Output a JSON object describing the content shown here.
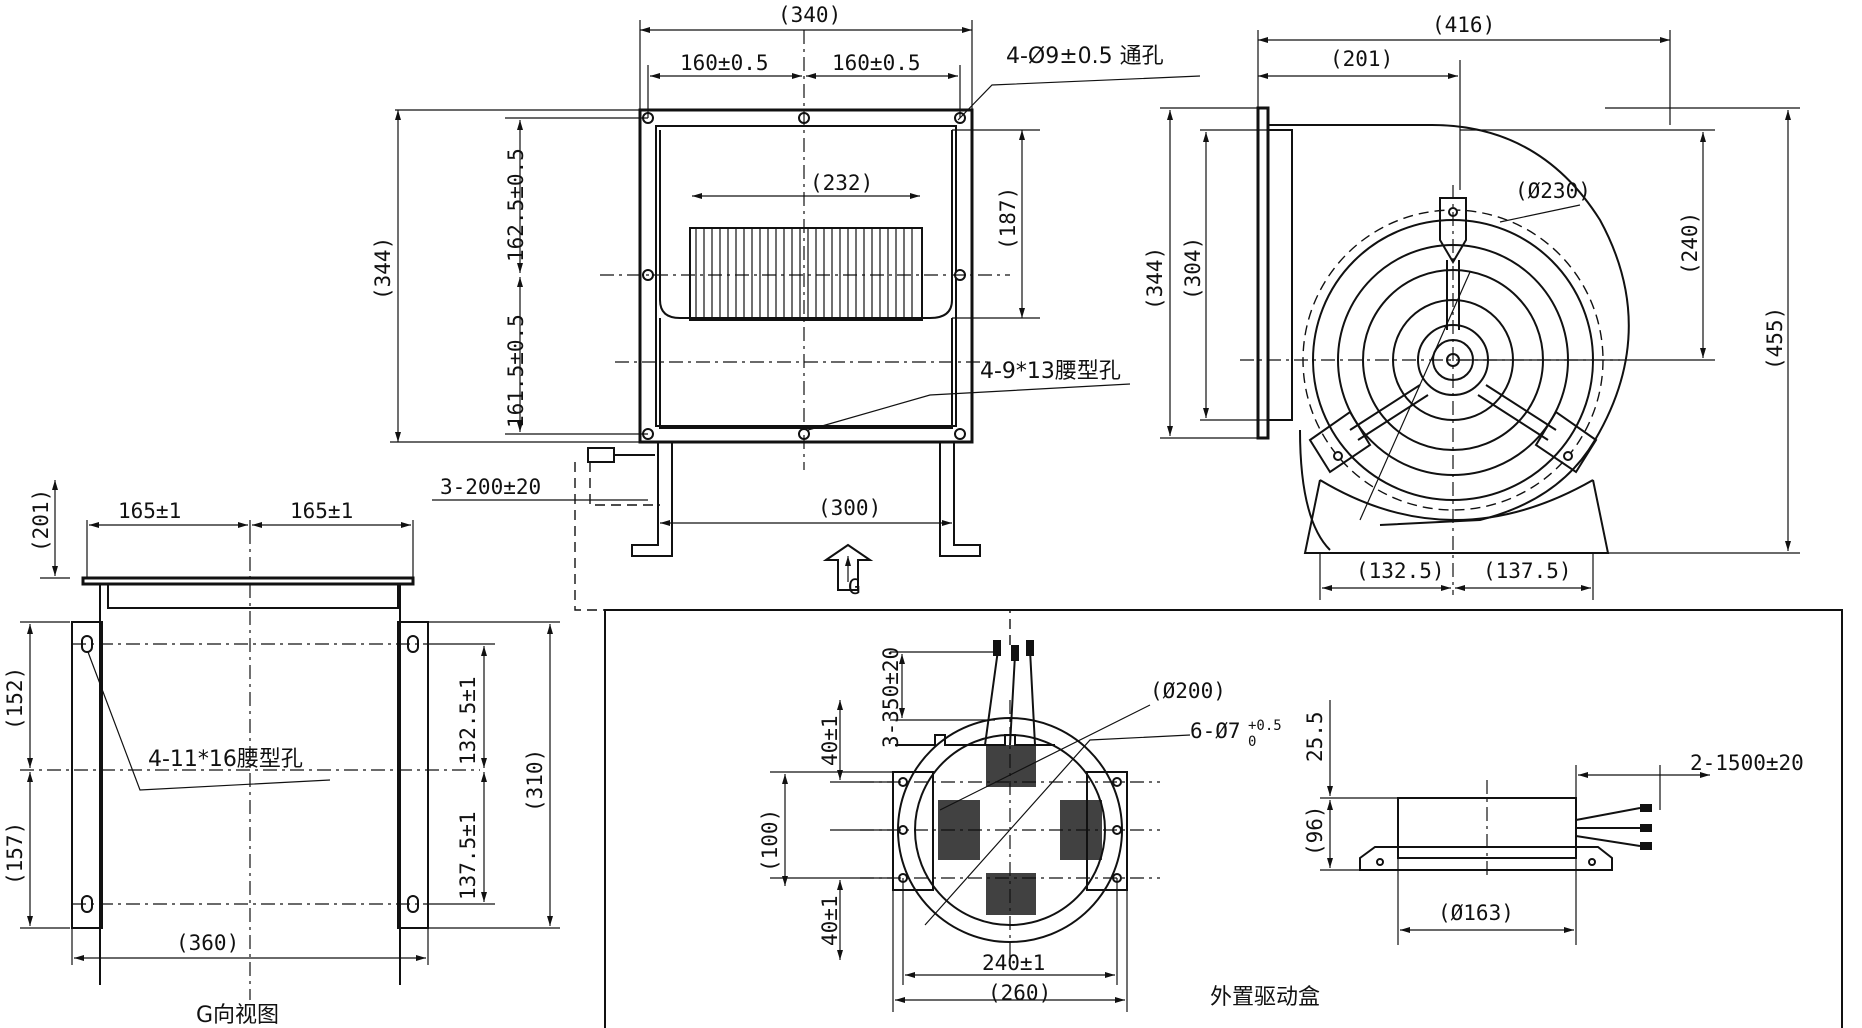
{
  "front_view": {
    "width_overall": "(340)",
    "pitch_left": "160±0.5",
    "pitch_right": "160±0.5",
    "holes_note": "4-Ø9±0.5 通孔",
    "height_overall": "(344)",
    "pitch_upper": "162.5±0.5",
    "pitch_lower": "161.5±0.5",
    "wheel_width": "(232)",
    "outlet_height": "(187)",
    "slots_note": "4-9*13腰型孔",
    "cable_note": "3-200±20",
    "base_width": "(300)",
    "view_arrow": "G"
  },
  "side_view": {
    "width_overall": "(416)",
    "width_partial": "(201)",
    "height_flange": "(344)",
    "height_inner": "(304)",
    "wheel_dia": "(Ø230)",
    "height_240": "(240)",
    "height_total": "(455)",
    "foot_left": "(132.5)",
    "foot_right": "(137.5)"
  },
  "g_view": {
    "top_offset": "(201)",
    "pitch_left": "165±1",
    "pitch_right": "165±1",
    "upper_height": "(152)",
    "lower_height": "(157)",
    "slots_note": "4-11*16腰型孔",
    "pitch_upper": "132.5±1",
    "pitch_lower": "137.5±1",
    "total_height": "(310)",
    "base_width": "(360)",
    "caption": "G向视图"
  },
  "driver_box": {
    "cable_note": "3-350±20",
    "dia_outer": "(Ø200)",
    "holes_note": "6-Ø7",
    "tol_plus": "+0.5",
    "tol_zero": "0",
    "pitch_top": "40±1",
    "height_100": "(100)",
    "pitch_bottom": "40±1",
    "hole_pitch": "240±1",
    "width_overall": "(260)",
    "caption": "外置驱动盒",
    "side_height_top": "25.5",
    "side_height": "(96)",
    "side_cable": "2-1500±20",
    "side_dia": "(Ø163)"
  }
}
